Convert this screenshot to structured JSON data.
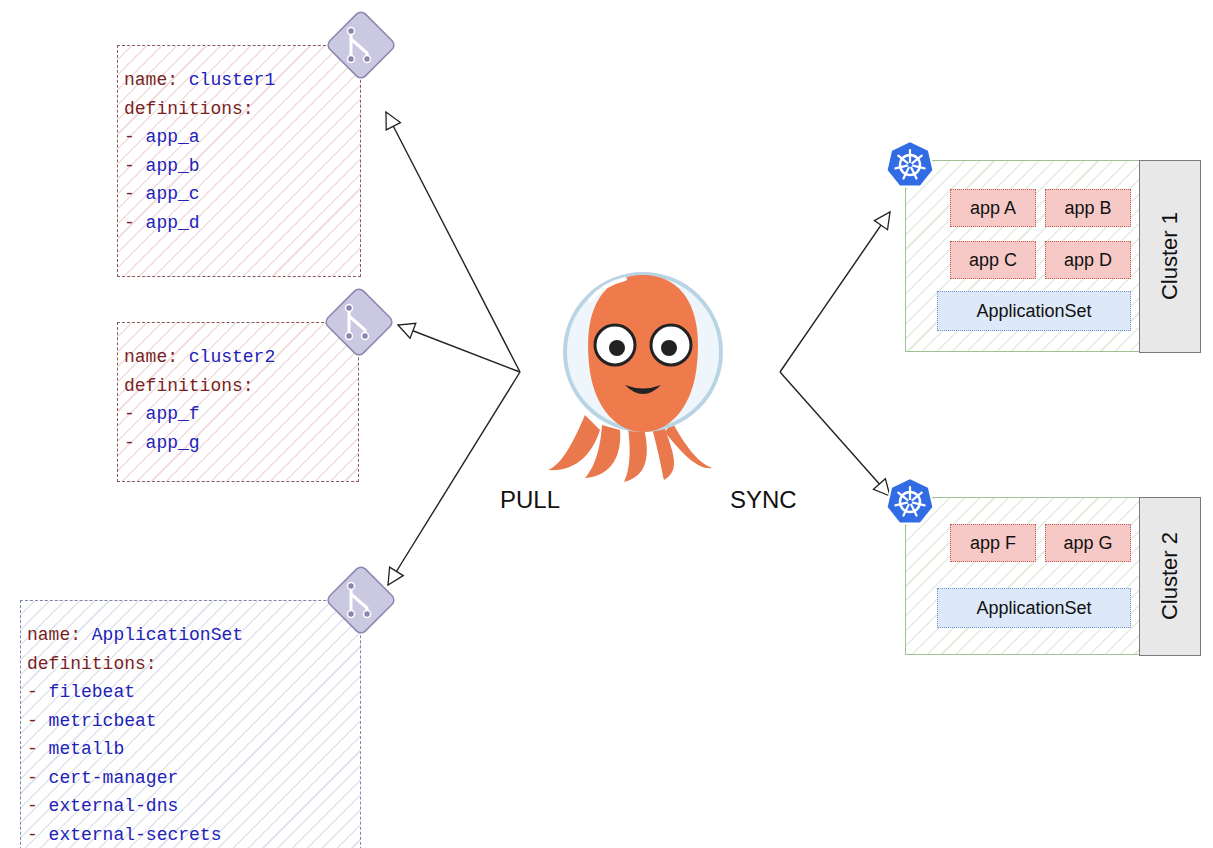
{
  "diagram": {
    "nodes": [
      {
        "text": [
          "name: cluster1",
          "definitions:",
          "- app_a",
          "- app_b",
          "- app_c",
          "- app_d"
        ]
      },
      {
        "text": [
          "name: cluster2",
          "definitions:",
          "- app_f",
          "- app_g"
        ]
      },
      {
        "text": [
          "name: ApplicationSet",
          "definitions:",
          "- filebeat",
          "- metricbeat",
          "- metallb",
          "- cert-manager",
          "- external-dns",
          "- external-secrets"
        ]
      },
      {
        "text": [
          "Cluster 1"
        ]
      },
      {
        "text": [
          "app A"
        ],
        "in": 3
      },
      {
        "text": [
          "app B"
        ],
        "in": 3
      },
      {
        "text": [
          "app C"
        ],
        "in": 3
      },
      {
        "text": [
          "app D"
        ],
        "in": 3
      },
      {
        "text": [
          "ApplicationSet"
        ],
        "in": 3
      },
      {
        "text": [
          "Cluster 2"
        ]
      },
      {
        "text": [
          "app F"
        ],
        "in": 9
      },
      {
        "text": [
          "app G"
        ],
        "in": 9
      },
      {
        "text": [
          "ApplicationSet"
        ],
        "in": 9
      }
    ],
    "labels": [
      "PULL",
      "SYNC"
    ]
  }
}
